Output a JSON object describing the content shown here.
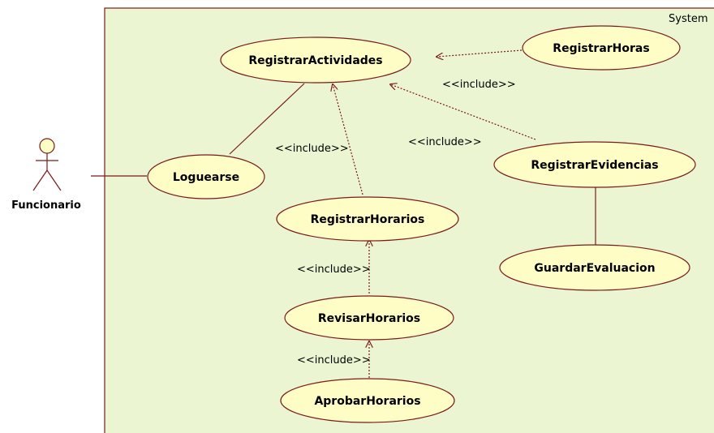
{
  "diagram": {
    "system_label": "System",
    "actor": {
      "name": "Funcionario"
    },
    "use_cases": {
      "registrar_actividades": "RegistrarActividades",
      "registrar_horas": "RegistrarHoras",
      "loguearse": "Loguearse",
      "registrar_evidencias": "RegistrarEvidencias",
      "registrar_horarios": "RegistrarHorarios",
      "guardar_evaluacion": "GuardarEvaluacion",
      "revisar_horarios": "RevisarHorarios",
      "aprobar_horarios": "AprobarHorarios"
    },
    "relations": {
      "include_horas": "<<include>>",
      "include_evidencias": "<<include>>",
      "include_horarios": "<<include>>",
      "include_revisar": "<<include>>",
      "include_aprobar": "<<include>>"
    },
    "colors": {
      "system_fill": "#ebf5d2",
      "line": "#7a1a1a",
      "usecase_fill": "#fffdc6"
    }
  }
}
